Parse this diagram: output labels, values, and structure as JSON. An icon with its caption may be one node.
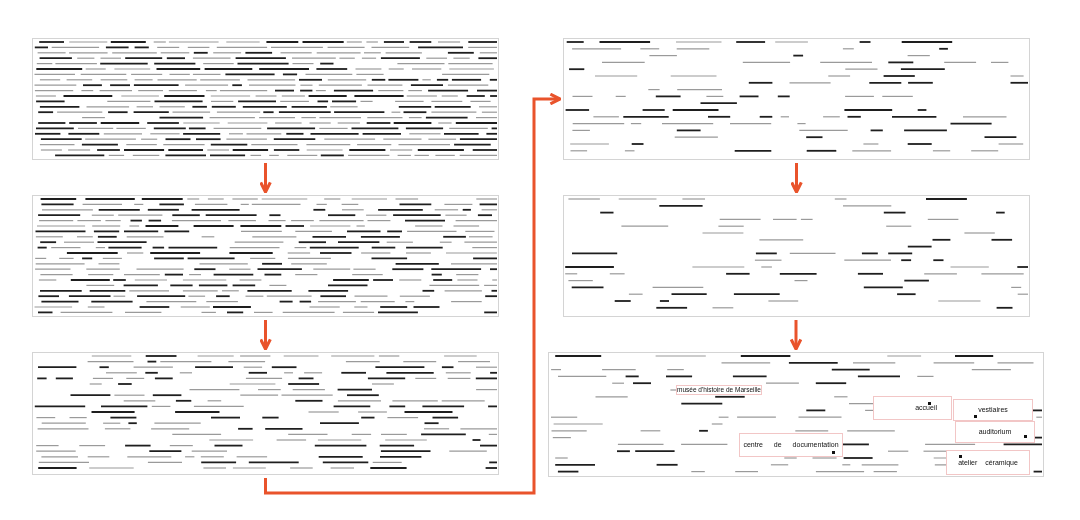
{
  "diagram": {
    "nodes": [
      {
        "text": [],
        "shape": "picture"
      },
      {
        "text": [],
        "shape": "picture"
      },
      {
        "text": [],
        "shape": "picture"
      },
      {
        "text": [],
        "shape": "picture"
      },
      {
        "text": [],
        "shape": "picture"
      },
      {
        "text": [],
        "shape": "picture"
      },
      {
        "text": [
          "musée d'histoire de Marseille"
        ],
        "in": 5
      },
      {
        "text": [
          "accueil"
        ],
        "in": 5
      },
      {
        "text": [
          "vestiaires"
        ],
        "in": 5
      },
      {
        "text": [
          "auditorium"
        ],
        "in": 5
      },
      {
        "text": [
          "centre de documentation"
        ],
        "in": 5
      },
      {
        "text": [
          "atelier céramique"
        ],
        "in": 5
      }
    ],
    "edges": [
      {
        "from": 0,
        "to": 1,
        "arrow": "to"
      },
      {
        "from": 1,
        "to": 2,
        "arrow": "to"
      },
      {
        "from": 2,
        "to": 3,
        "arrow": "to"
      },
      {
        "from": 3,
        "to": 4,
        "arrow": "to"
      },
      {
        "from": 4,
        "to": 5,
        "arrow": "to"
      }
    ]
  }
}
